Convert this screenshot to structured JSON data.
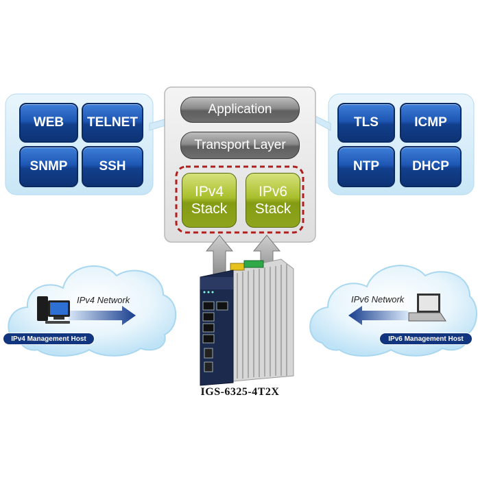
{
  "left_protocols": [
    "WEB",
    "TELNET",
    "SNMP",
    "SSH"
  ],
  "right_protocols": [
    "TLS",
    "ICMP",
    "NTP",
    "DHCP"
  ],
  "layers": {
    "application": "Application",
    "transport": "Transport Layer",
    "ipv4_stack": "IPv4\nStack",
    "ipv6_stack": "IPv6\nStack"
  },
  "left_cloud": {
    "network": "IPv4 Network",
    "host": "IPv4 Management Host"
  },
  "right_cloud": {
    "network": "IPv6 Network",
    "host": "IPv6 Management Host"
  },
  "device": {
    "model": "IGS-6325-4T2X"
  },
  "colors": {
    "button_blue": "#1e57b4",
    "layer_gray": "#8a8a8a",
    "stack_green": "#a9bf2c",
    "dashed_red": "#b01e1e",
    "host_label": "#12357f"
  }
}
